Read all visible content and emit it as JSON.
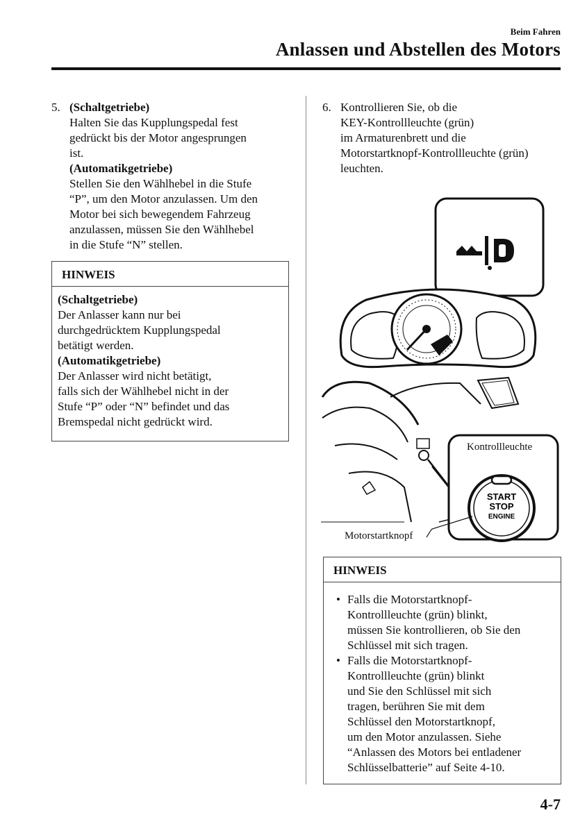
{
  "header": {
    "section": "Beim Fahren",
    "title": "Anlassen und Abstellen des Motors"
  },
  "left": {
    "step5": {
      "number": "5.",
      "lines": [
        {
          "text": "(Schaltgetriebe)",
          "bold": true
        },
        {
          "text": "Halten Sie das Kupplungspedal fest",
          "bold": false
        },
        {
          "text": "gedrückt bis der Motor angesprungen",
          "bold": false
        },
        {
          "text": "ist.",
          "bold": false
        },
        {
          "text": "(Automatikgetriebe)",
          "bold": true
        },
        {
          "text": "Stellen Sie den Wählhebel in die Stufe",
          "bold": false
        },
        {
          "text": "“P”, um den Motor anzulassen. Um den",
          "bold": false
        },
        {
          "text": "Motor bei sich bewegendem Fahrzeug",
          "bold": false
        },
        {
          "text": "anzulassen, müssen Sie den Wählhebel",
          "bold": false
        },
        {
          "text": "in die Stufe “N” stellen.",
          "bold": false
        }
      ]
    },
    "note": {
      "heading": "HINWEIS",
      "lines": [
        {
          "text": "(Schaltgetriebe)",
          "bold": true
        },
        {
          "text": "Der Anlasser kann nur bei",
          "bold": false
        },
        {
          "text": "durchgedrücktem Kupplungspedal",
          "bold": false
        },
        {
          "text": "betätigt werden.",
          "bold": false
        },
        {
          "text": "(Automatikgetriebe)",
          "bold": true
        },
        {
          "text": "Der Anlasser wird nicht betätigt,",
          "bold": false
        },
        {
          "text": "falls sich der Wählhebel nicht in der",
          "bold": false
        },
        {
          "text": "Stufe “P” oder “N” befindet und das",
          "bold": false
        },
        {
          "text": "Bremspedal nicht gedrückt wird.",
          "bold": false
        }
      ]
    }
  },
  "right": {
    "step6": {
      "number": "6.",
      "lines": [
        "Kontrollieren Sie, ob die",
        "KEY-Kontrollleuchte (grün)",
        "im Armaturenbrett und die",
        "Motorstartknopf-Kontrollleuchte (grün)",
        "leuchten."
      ]
    },
    "figure": {
      "label_indicator": "Kontrollleuchte",
      "label_button": "Motorstartknopf",
      "button_text": [
        "START",
        "STOP",
        "ENGINE"
      ]
    },
    "note": {
      "heading": "HINWEIS",
      "bullet_char": "•",
      "bullets": [
        [
          "Falls die Motorstartknopf-",
          "Kontrollleuchte (grün) blinkt,",
          "müssen Sie kontrollieren, ob Sie den",
          "Schlüssel mit sich tragen."
        ],
        [
          "Falls die Motorstartknopf-",
          "Kontrollleuchte (grün) blinkt",
          "und Sie den Schlüssel mit sich",
          "tragen, berühren Sie mit dem",
          "Schlüssel den Motorstartknopf,",
          "um den Motor anzulassen. Siehe",
          "“Anlassen des Motors bei entladener",
          "Schlüsselbatterie” auf Seite 4-10."
        ]
      ]
    }
  },
  "page_number": "4-7"
}
